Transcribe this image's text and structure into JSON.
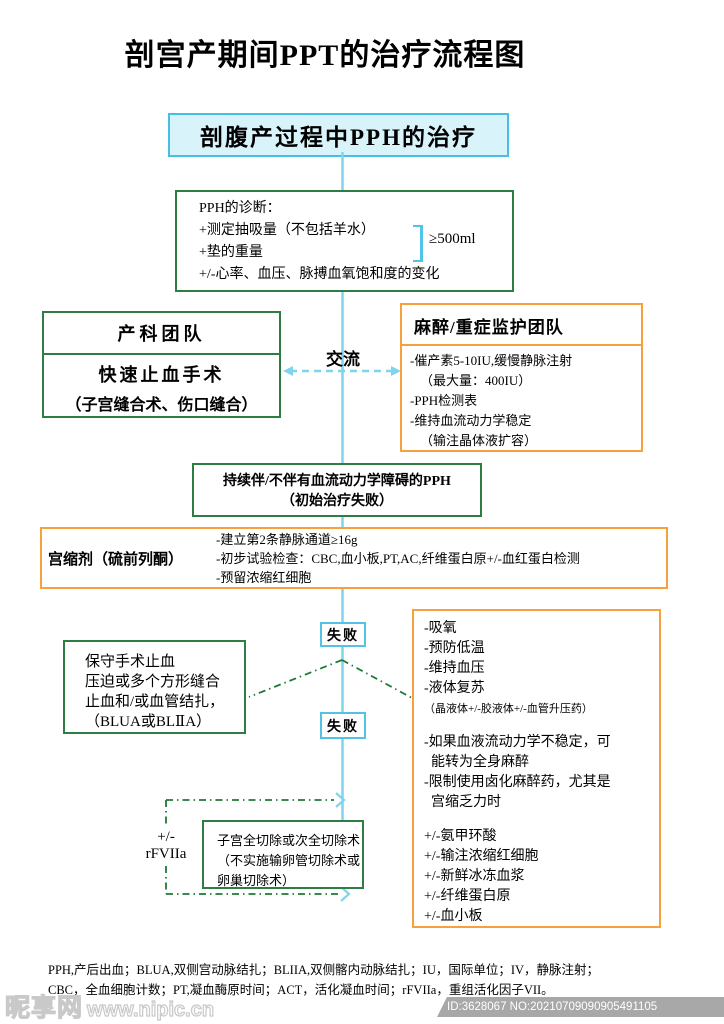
{
  "page_title": "剖宫产期间PPT的治疗流程图",
  "colors": {
    "cyan_border": "#45bfe2",
    "cyan_fill": "#d9f3fb",
    "cyan_line": "#7fd4ee",
    "green_border": "#2e7d44",
    "green_dash": "#1e7a36",
    "orange_border": "#f6a13d"
  },
  "header_box": {
    "label": "剖腹产过程中PPH的治疗"
  },
  "diagnosis_box": {
    "lines": [
      "PPH的诊断：",
      "+测定抽吸量（不包括羊水）",
      "+垫的重量",
      "+/-心率、血压、脉搏血氧饱和度的变化"
    ],
    "bracket_value": "≥500ml"
  },
  "obstetric_box": {
    "title": "产科团队",
    "lines": [
      "快速止血手术",
      "（子宫缝合术、伤口缝合）"
    ]
  },
  "exchange_label": "交流",
  "anesthesia_box": {
    "title": "麻醉/重症监护团队",
    "lines": [
      "-催产素5-10IU,缓慢静脉注射",
      "（最大量：400IU）",
      "-PPH检测表",
      "-维持血流动力学稳定",
      "（输注晶体液扩容）"
    ]
  },
  "persistent_box": {
    "lines": [
      "持续伴/不伴有血流动力学障碍的PPH",
      "（初始治疗失败）"
    ]
  },
  "uterotonic_box": {
    "label": "宫缩剂（硫前列酮）",
    "lines": [
      "-建立第2条静脉通道≥16g",
      "-初步试验检查：CBC,血小板,PT,AC,纤维蛋白原+/-血红蛋白检测",
      "-预留浓缩红细胞"
    ]
  },
  "fail_label_1": "失败",
  "fail_label_2": "失败",
  "conservative_box": {
    "lines": [
      "保守手术止血",
      "压迫或多个方形缝合",
      "止血和/或血管结扎，",
      "（BLUA或BLⅡA）"
    ]
  },
  "supportive_box": {
    "group1": [
      "-吸氧",
      "-预防低温",
      "-维持血压",
      "-液体复苏"
    ],
    "note": "（晶液体+/-胶液体+/-血管升压药）",
    "group2": [
      "-如果血液流动力学不稳定，可",
      "能转为全身麻醉",
      "-限制使用卤化麻醉药，尤其是",
      "宫缩乏力时"
    ],
    "group3": [
      "+/-氨甲环酸",
      "+/-输注浓缩红细胞",
      "+/-新鲜冰冻血浆",
      "+/-纤维蛋白原",
      "+/-血小板"
    ]
  },
  "rfviia_label": {
    "line1": "+/-",
    "line2": "rFVIIa"
  },
  "hysterectomy_box": {
    "lines": [
      "子宫全切除或次全切除术",
      "（不实施输卵管切除术或",
      "卵巢切除术）"
    ]
  },
  "footnote": {
    "line1": "PPH,产后出血；BLUA,双侧宫动脉结扎；BLIIA,双侧髂内动脉结扎；IU，国际单位；IV，静脉注射；",
    "line2": "CBC，全血细胞计数；PT,凝血酶原时间；ACT，活化凝血时间；rFVIIa，重组活化因子VII。"
  },
  "watermark": {
    "site_name": "昵享网",
    "site_url": "www.nipic.cn",
    "id_text": "ID:3628067 NO:20210709090905491105"
  }
}
